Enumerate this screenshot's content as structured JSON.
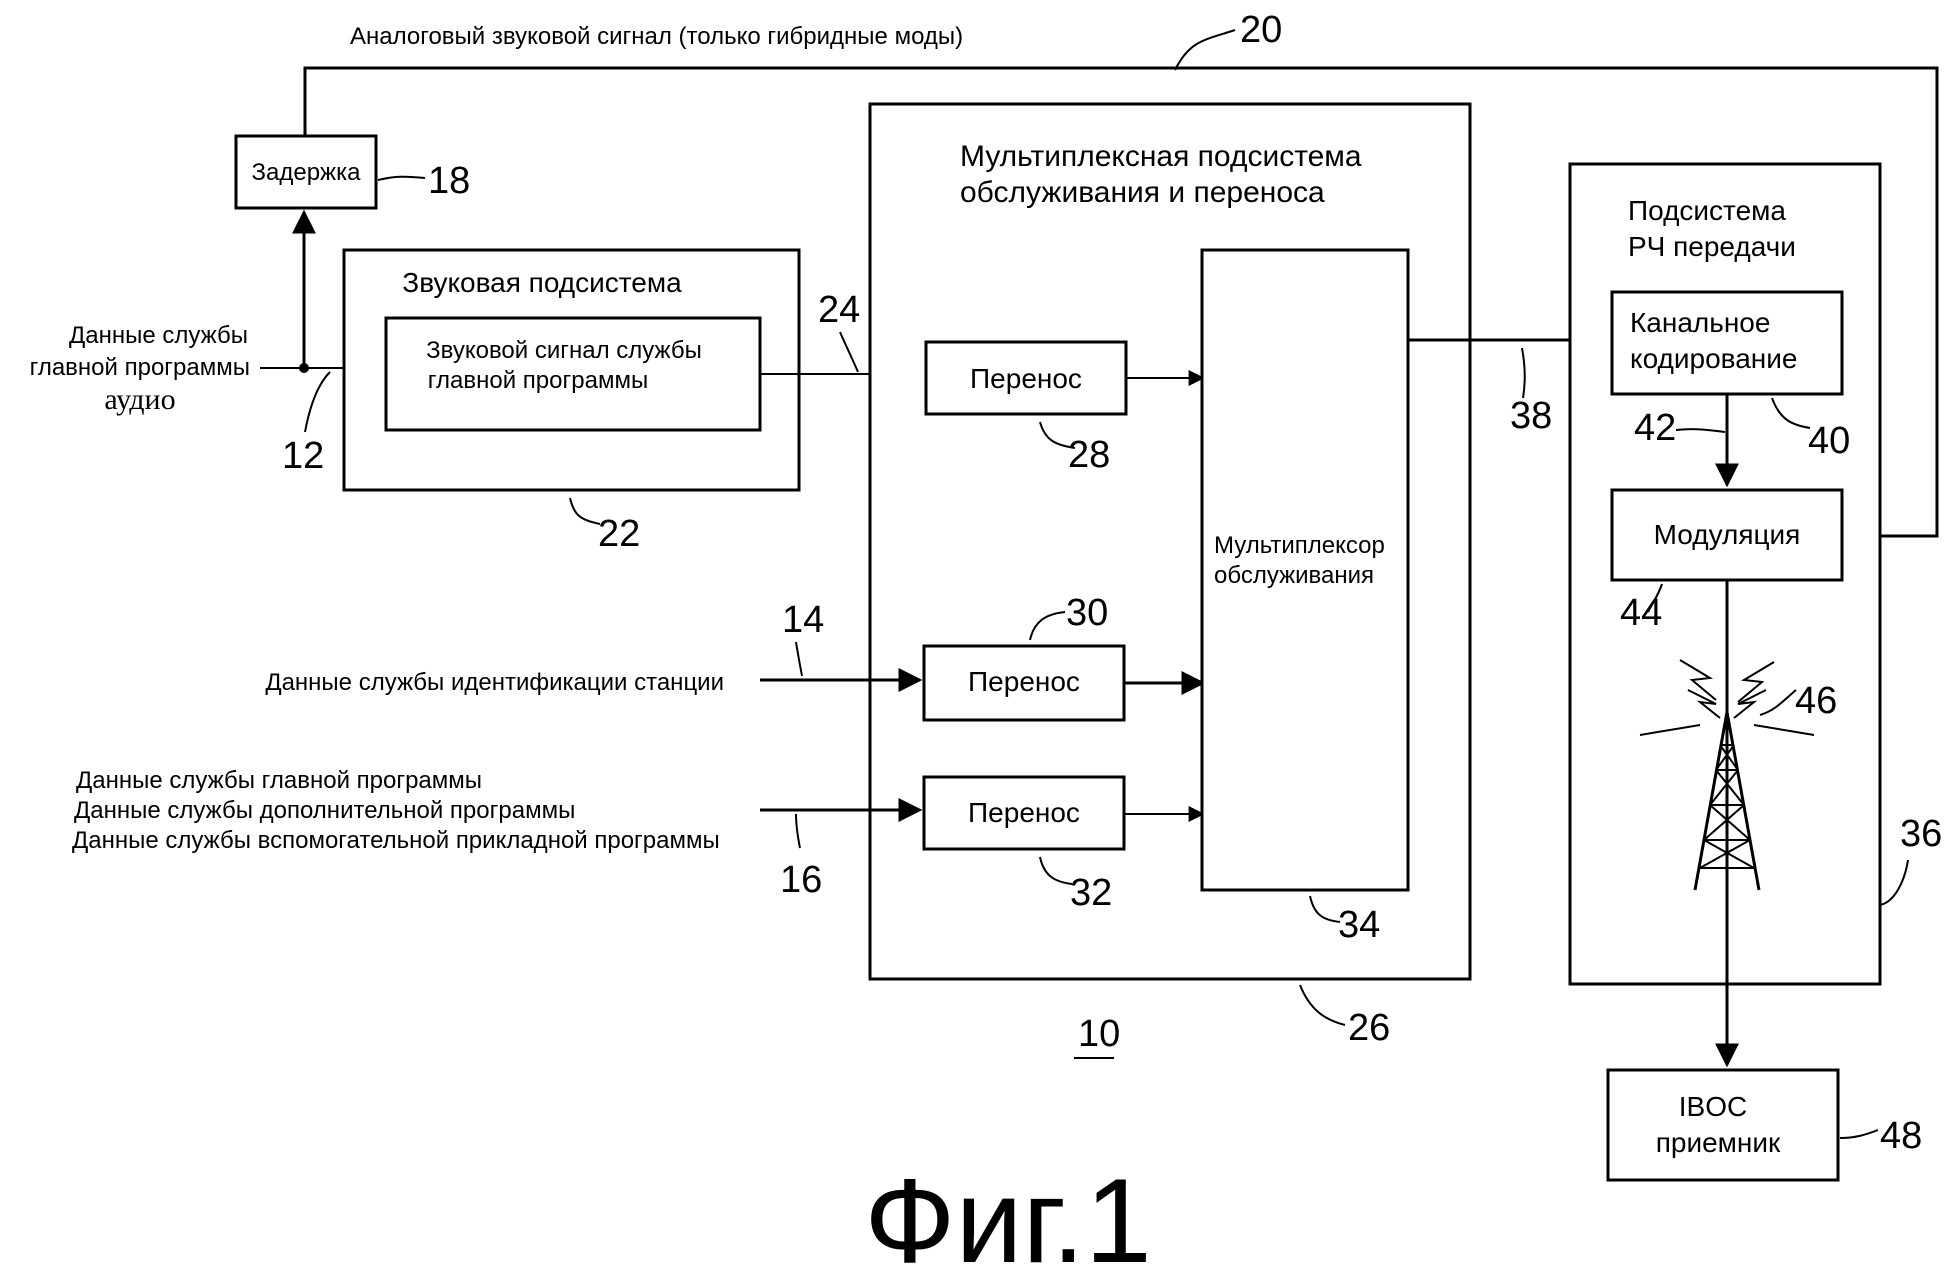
{
  "top_signal_label": "Аналоговый звуковой сигнал (только гибридные моды)",
  "delay": {
    "label": "Задержка",
    "ref": "18"
  },
  "input_main": {
    "line1": "Данные службы",
    "line2": "главной программы",
    "line3": "аудио",
    "ref": "12"
  },
  "audio_subsystem": {
    "title": "Звуковая подсистема",
    "inner_line1": "Звуковой сигнал службы",
    "inner_line2": "главной программы",
    "ref": "22"
  },
  "mux_subsystem": {
    "title_line1": "Мультиплексная подсистема",
    "title_line2": "обслуживания и переноса",
    "ref": "26"
  },
  "transport_label": "Перенос",
  "transport_refs": [
    "28",
    "30",
    "32"
  ],
  "service_mux": {
    "line1": "Мультиплексор",
    "line2": "обслуживания",
    "ref": "34"
  },
  "rf_subsystem": {
    "title_line1": "Подсистема",
    "title_line2": "РЧ передачи",
    "ref": "36"
  },
  "channel_coding": {
    "line1": "Канальное",
    "line2": "кодирование",
    "ref": "40"
  },
  "modulation": {
    "label": "Модуляция",
    "ref": "44"
  },
  "receiver": {
    "line1": "IBOC",
    "line2": "приемник",
    "ref": "48"
  },
  "station_id_input": {
    "label": "Данные службы идентификации станции",
    "ref": "14"
  },
  "data_inputs": {
    "line1": "Данные службы главной программы",
    "line2": "Данные службы дополнительной программы",
    "line3": "Данные службы вспомогательной прикладной программы",
    "ref": "16"
  },
  "refs": {
    "analog_path": "20",
    "audio_link": "24",
    "mux_out": "38",
    "coding_out": "42",
    "antenna": "46",
    "system": "10"
  },
  "figure_caption": "Фиг.1"
}
